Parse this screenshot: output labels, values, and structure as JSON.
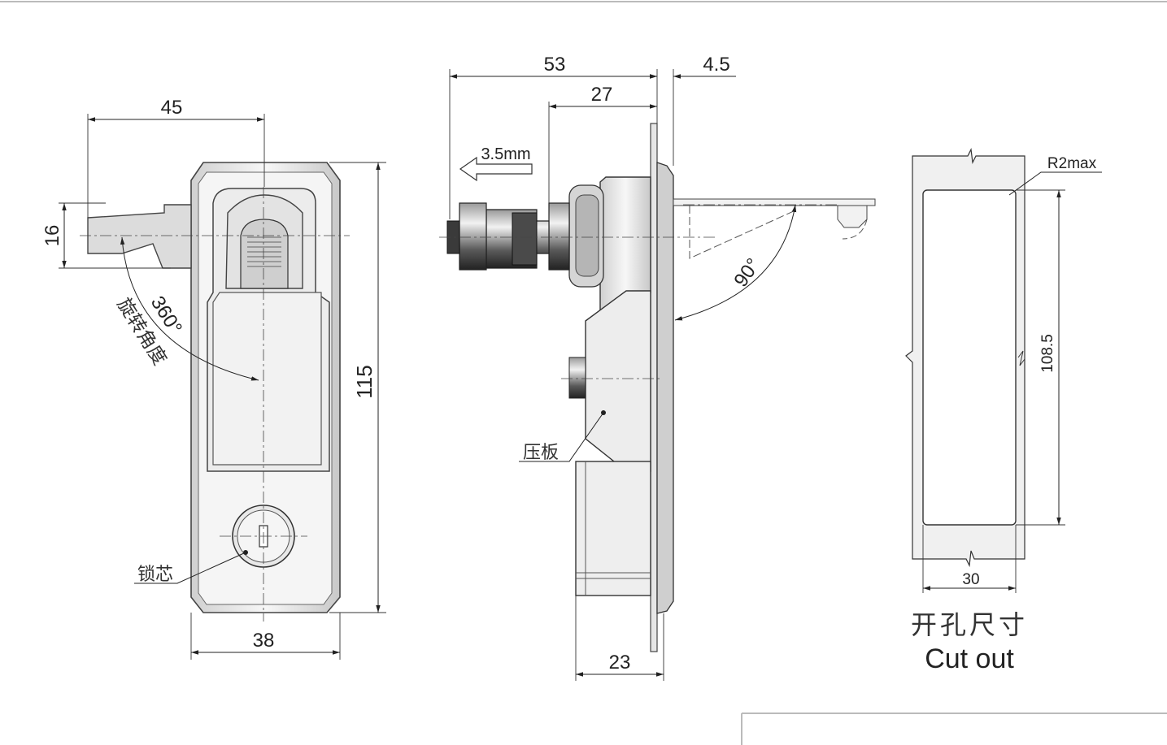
{
  "front_view": {
    "width_handle": "45",
    "handle_height": "16",
    "body_height": "115",
    "body_width": "38",
    "rotation_angle": "360°",
    "rotation_label": "旋转角度",
    "lock_core_label": "锁芯"
  },
  "side_view": {
    "overall_depth": "53",
    "inner_depth": "27",
    "plate_thickness": "4.5",
    "travel": "3.5mm",
    "swing_angle": "90°",
    "pressure_plate_label": "压板",
    "bottom_depth": "23"
  },
  "cutout": {
    "radius_label": "R2max",
    "height": "108.5",
    "width": "30",
    "title_cn": "开孔尺寸",
    "title_en": "Cut out"
  },
  "colors": {
    "line": "#222222",
    "body_fill": "#f3f3f3",
    "dark_metal": "#3a3a3a",
    "light_metal": "#d8d8d8",
    "cutout_fill": "#f0f0f0"
  }
}
